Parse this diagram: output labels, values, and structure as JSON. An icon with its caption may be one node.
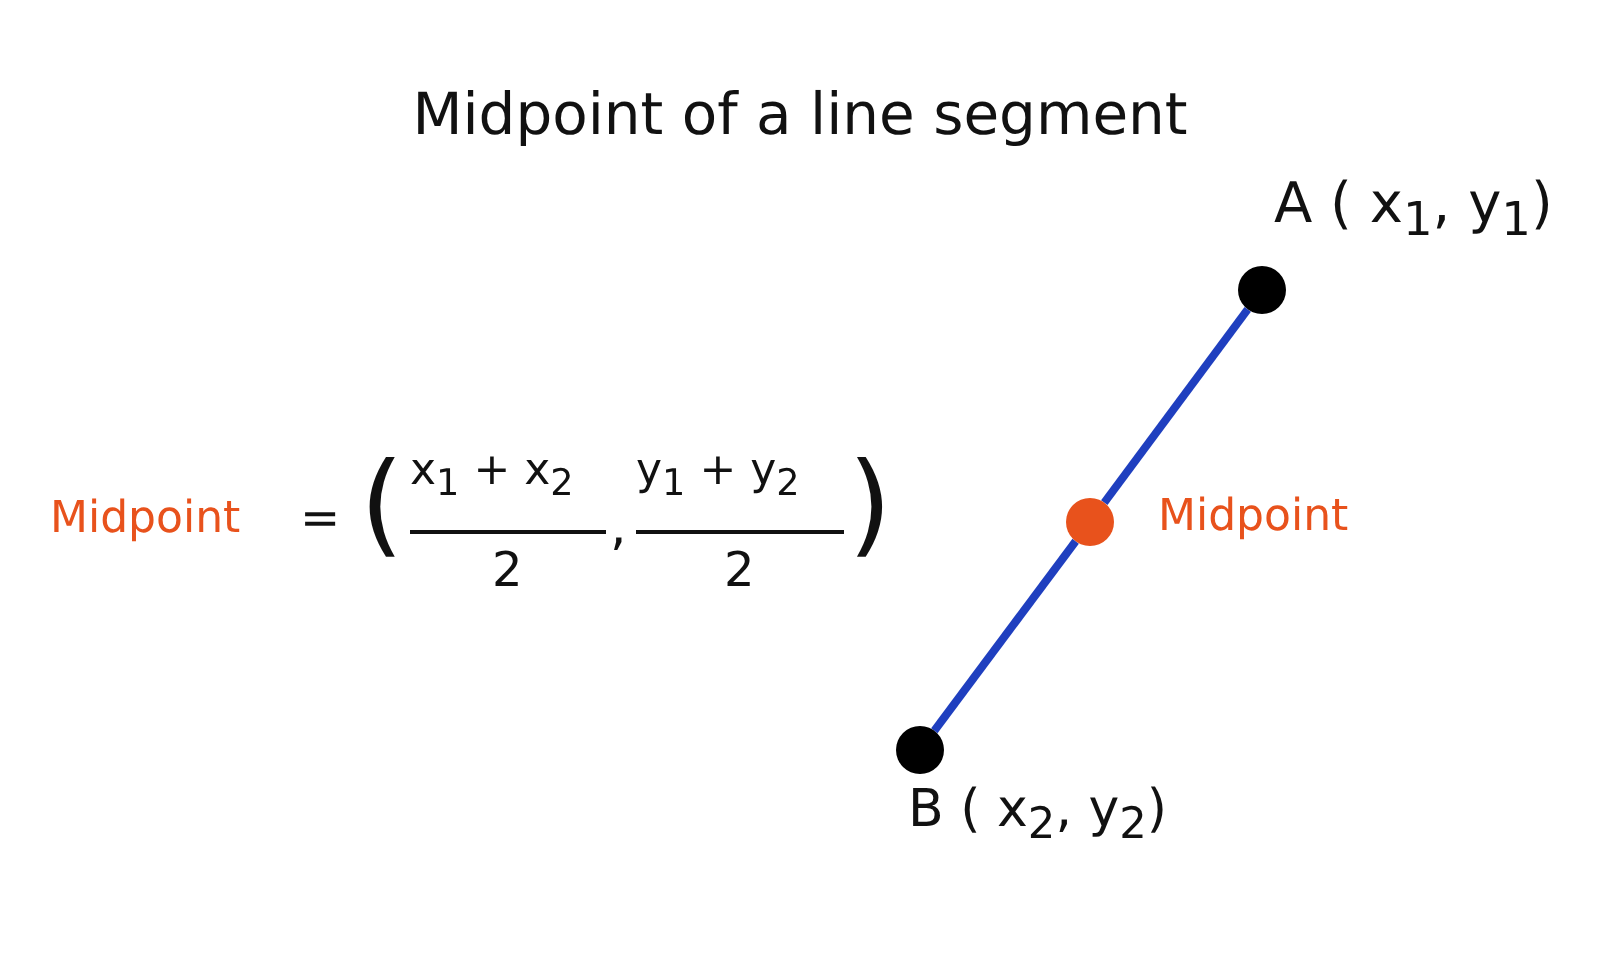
{
  "diagram": {
    "title": "Midpoint of a line segment",
    "nodes": [
      {
        "text": [],
        "shape": "circle",
        "beside": [
          "A ( x$_{1}$, y$_{1}$)"
        ]
      },
      {
        "text": [],
        "shape": "circle",
        "beside": [
          "Midpoint"
        ]
      },
      {
        "text": [],
        "shape": "circle",
        "beside": [
          "B ( x$_{2}$, y$_{2}$)"
        ]
      }
    ],
    "edges": [
      {
        "from": 0,
        "to": 1,
        "arrow": "none"
      },
      {
        "from": 1,
        "to": 2,
        "arrow": "none"
      }
    ],
    "labels": [
      "Midpoint",
      "=",
      "(",
      "x$_{1}$ + x$_{2}$",
      "2",
      ",",
      "y$_{1}$ + y$_{2}$",
      "2",
      ")"
    ]
  }
}
